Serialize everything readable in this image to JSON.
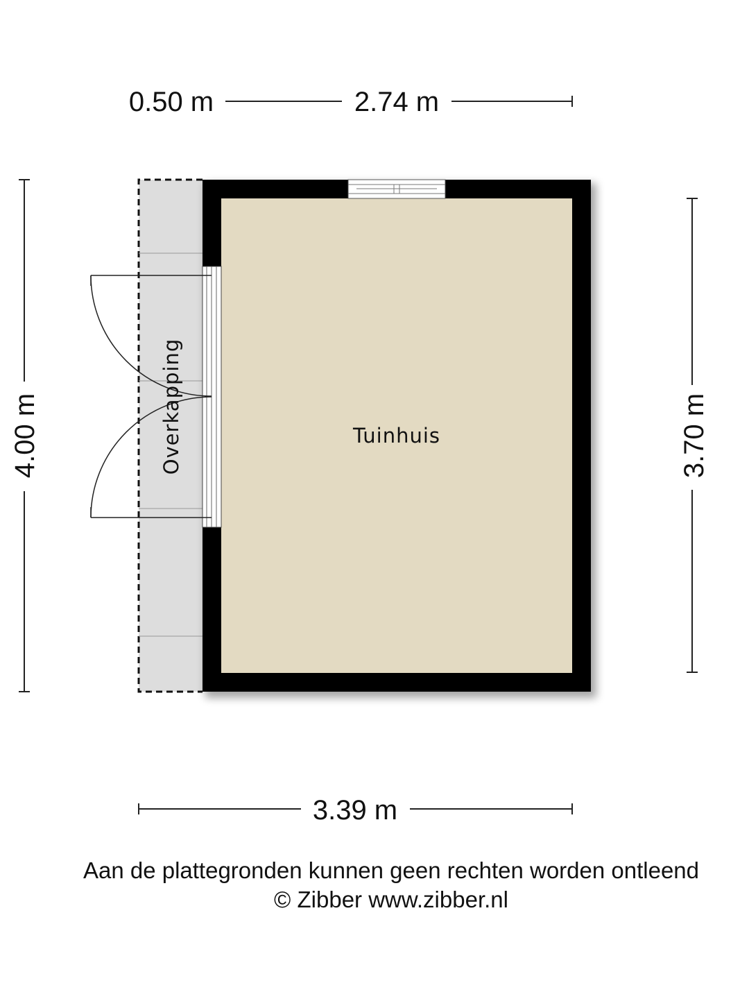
{
  "dimensions": {
    "top_left": "0.50 m",
    "top_right": "2.74 m",
    "left": "4.00 m",
    "right": "3.70 m",
    "bottom": "3.39 m"
  },
  "rooms": {
    "main": "Tuinhuis",
    "canopy": "Overkapping"
  },
  "footer": {
    "disclaimer": "Aan de plattegronden kunnen geen rechten worden ontleend",
    "copyright": "© Zibber www.zibber.nl"
  },
  "colors": {
    "wall": "#000000",
    "floor": "#e3dac2",
    "canopy": "#dddddd",
    "dimension_line": "#222222"
  }
}
